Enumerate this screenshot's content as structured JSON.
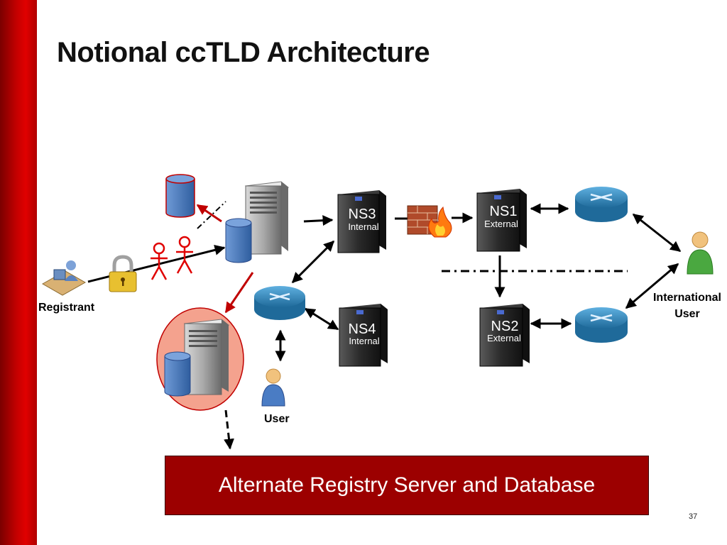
{
  "title": "Notional ccTLD Architecture",
  "labels": {
    "registrant": "Registrant",
    "user": "User",
    "international_user_line1": "International",
    "international_user_line2": "User"
  },
  "servers": {
    "ns1": {
      "name": "NS1",
      "role": "External"
    },
    "ns2": {
      "name": "NS2",
      "role": "External"
    },
    "ns3": {
      "name": "NS3",
      "role": "Internal"
    },
    "ns4": {
      "name": "NS4",
      "role": "Internal"
    }
  },
  "banner": "Alternate Registry Server and Database",
  "page_number": "37",
  "colors": {
    "sidebar": "#c00000",
    "banner": "#9c0000",
    "alternate_circle": "#f4a28e",
    "database": "#4a7cc4",
    "router": "#2f7fb8",
    "red_arrow": "#c00000"
  }
}
